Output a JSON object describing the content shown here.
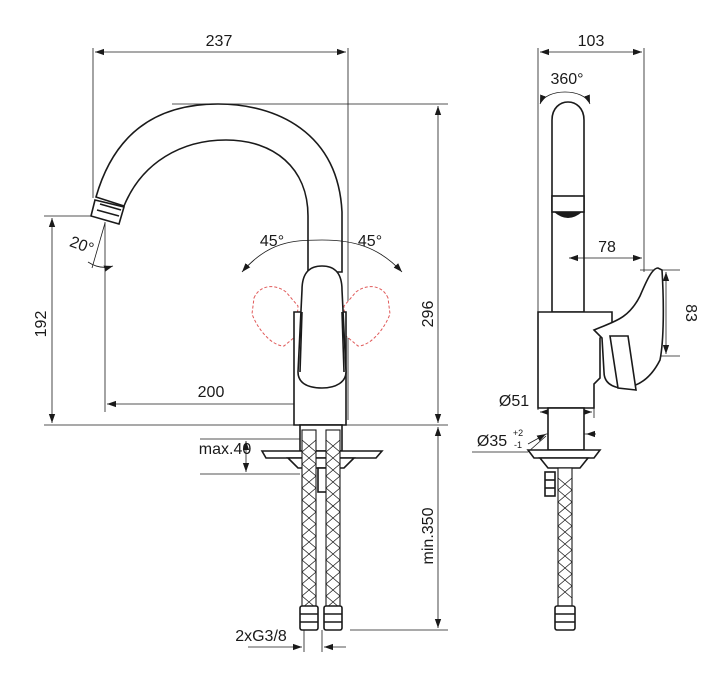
{
  "front_view": {
    "dims": {
      "width_total": "237",
      "spout_angle": "20°",
      "height_spout": "192",
      "lever_left": "45°",
      "lever_right": "45°",
      "height_total": "296",
      "reach": "200",
      "deck_thickness": "max.40",
      "hose_length": "min.350",
      "connections": "2xG3/8"
    }
  },
  "side_view": {
    "dims": {
      "depth_total": "103",
      "rotation": "360°",
      "lever_reach": "78",
      "lever_height": "83",
      "body_diameter": "Ø51",
      "hole_diameter": "Ø35",
      "tol_plus": "+2",
      "tol_minus": "-1"
    }
  }
}
